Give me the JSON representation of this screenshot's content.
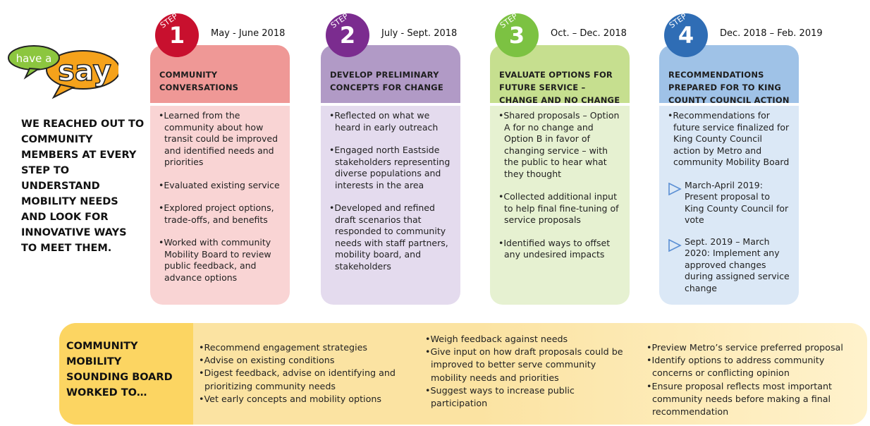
{
  "logo": {
    "have_a": "have a",
    "say": "say"
  },
  "tagline": "WE REACHED OUT TO COMMUNITY MEMBERS AT EVERY STEP TO UNDERSTAND MOBILITY NEEDS AND LOOK FOR INNOVATIVE WAYS TO MEET THEM.",
  "step_word": "STEP",
  "steps": [
    {
      "number": "1",
      "date": "May - June 2018",
      "title": "COMMUNITY CONVERSATIONS",
      "colors": {
        "badge": "#c8102e",
        "head": "#ef9896",
        "body": "#f9d4d4"
      },
      "items": [
        "Learned from the community about how transit could be improved and identified needs and priorities",
        "Evaluated existing service",
        "Explored project options, trade-offs, and benefits",
        "Worked with community Mobility Board to review public feedback, and advance options"
      ]
    },
    {
      "number": "2",
      "date": "July - Sept. 2018",
      "title": "DEVELOP PRELIMINARY CONCEPTS FOR CHANGE",
      "colors": {
        "badge": "#7b2c8f",
        "head": "#b19ac6",
        "body": "#e4dbee"
      },
      "items": [
        "Reflected on what we heard in early outreach",
        "Engaged north Eastside stakeholders representing diverse populations and interests in the area",
        "Developed and refined draft scenarios that responded to community needs with staff partners, mobility board, and stakeholders"
      ]
    },
    {
      "number": "3",
      "date": "Oct. – Dec. 2018",
      "title": "EVALUATE OPTIONS FOR FUTURE SERVICE – CHANGE AND NO CHANGE PROPSALS",
      "colors": {
        "badge": "#7cc242",
        "head": "#c6df8f",
        "body": "#e6f1d1"
      },
      "items": [
        "Shared proposals – Option A for no change and Option B in favor of changing service – with the public to hear what they thought",
        "Collected additional input to help final fine-tuning of service proposals",
        "Identified ways to offset any undesired impacts"
      ]
    },
    {
      "number": "4",
      "date": "Dec. 2018 – Feb. 2019",
      "title": "RECOMMENDATIONS PREPARED FOR TO KING COUNTY COUNCIL ACTION",
      "colors": {
        "badge": "#2f6db5",
        "head": "#9fc2e7",
        "body": "#dbe8f6"
      },
      "items": [
        "Recommendations for future service finalized for King County Council action by Metro and community Mobility Board"
      ],
      "sub_items": [
        "March-April 2019: Present proposal to King County Council for vote",
        "Sept. 2019 – March 2020: Implement any approved changes during assigned service change"
      ]
    }
  ],
  "board": {
    "title": "COMMUNITY MOBILITY SOUNDING BOARD WORKED TO…",
    "groups": [
      [
        "Recommend engagement strategies",
        "Advise on existing conditions",
        "Digest feedback, advise on identifying and prioritizing community needs",
        "Vet early concepts and mobility options"
      ],
      [
        "Weigh feedback against needs",
        "Give input on how draft proposals could be improved to better serve community mobility needs and priorities",
        "Suggest ways to increase public participation"
      ],
      [
        "Preview Metro’s service preferred proposal",
        "Identify options to address community concerns or conflicting opinion",
        "Ensure proposal reflects most important community needs before making a final recommendation"
      ]
    ]
  }
}
